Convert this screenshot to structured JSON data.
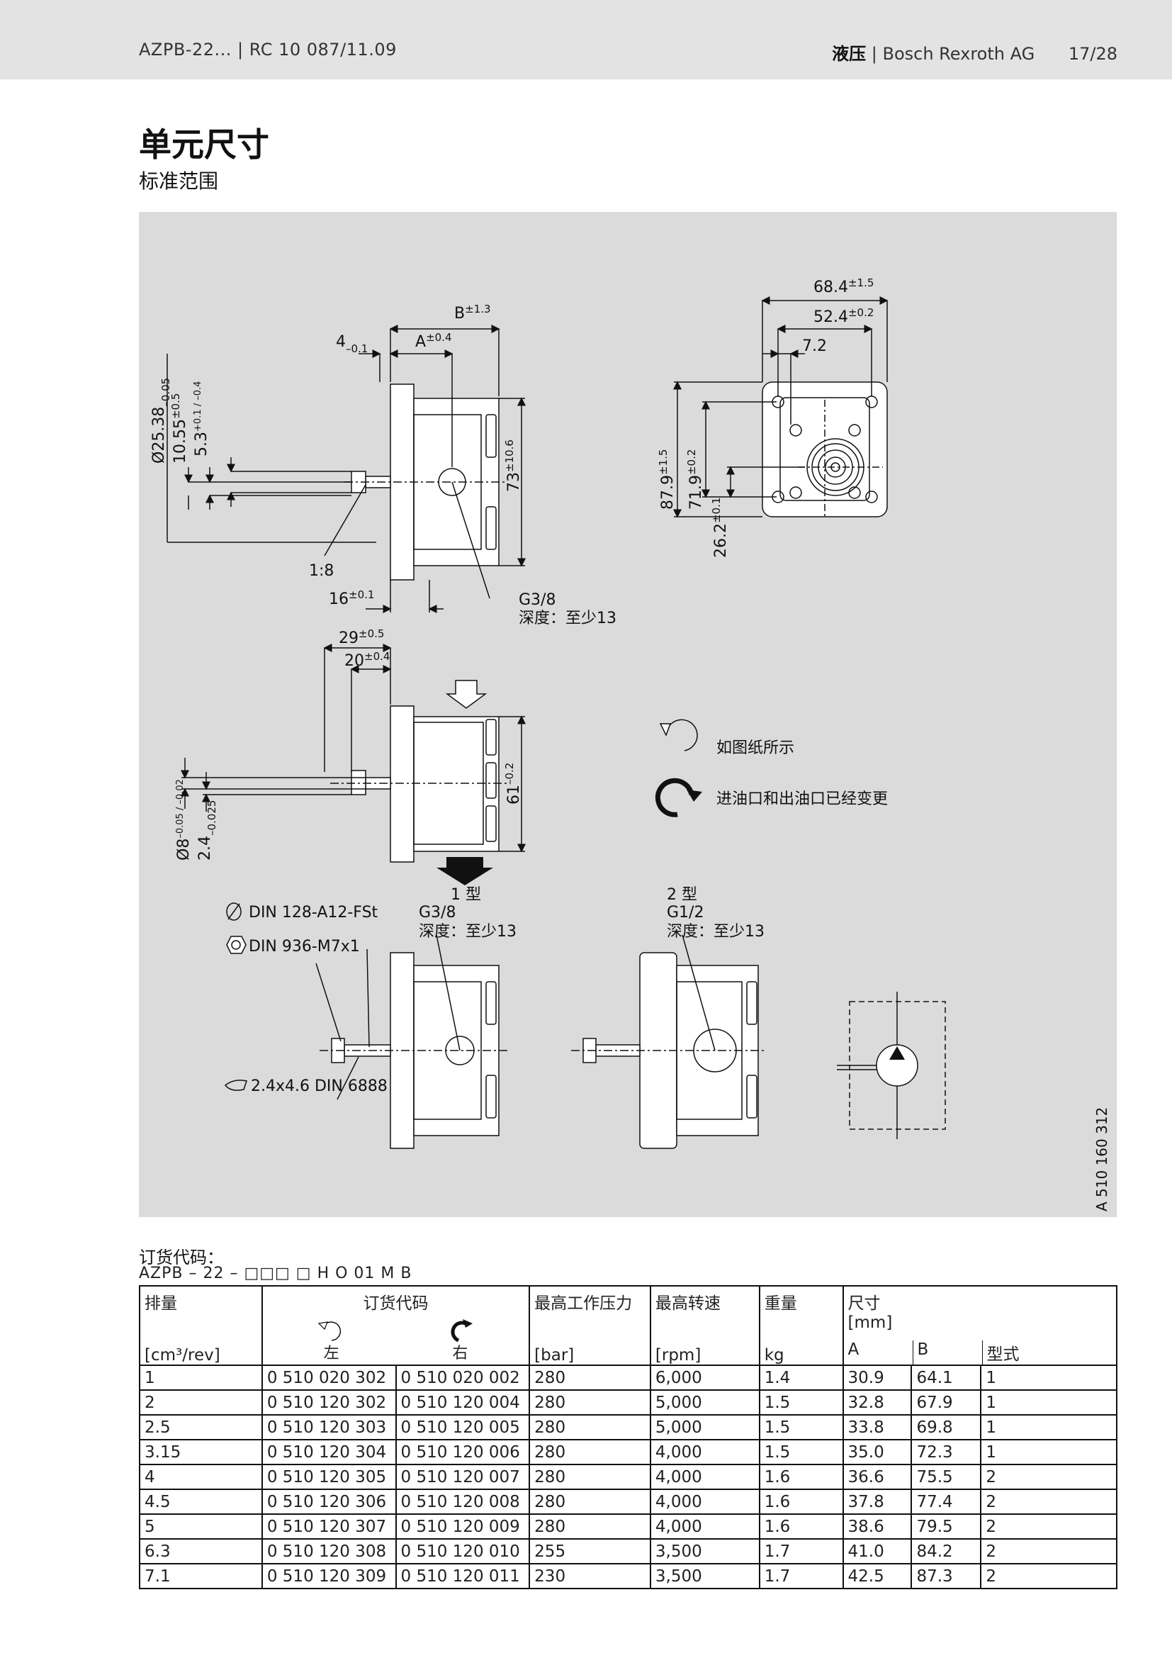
{
  "header": {
    "doc_ref": "AZPB-22... | RC 10 087/11.09",
    "category": "液压",
    "company": "| Bosch Rexroth AG",
    "page": "17/28"
  },
  "title": "单元尺寸",
  "subtitle": "标准范围",
  "drawing": {
    "side_view": {
      "dim_B": "B",
      "dim_B_tol": "±1.3",
      "dim_4": "4",
      "dim_4_tol": "–0.1",
      "dim_A": "A",
      "dim_A_tol": "±0.4",
      "dim_d25": "Ø25.38",
      "dim_d25_tol": "–0.05",
      "dim_10_55": "10.55",
      "dim_10_55_tol": "±0.5",
      "dim_5_3": "5.3",
      "dim_5_3_tol": "+0.1 / –0.4",
      "dim_73": "73",
      "dim_73_tol": "±10.6",
      "taper": "1:8",
      "dim_16": "16",
      "dim_16_tol": "±0.1",
      "port": "G3/8",
      "port_depth": "深度：至少13"
    },
    "front_view": {
      "dim_68_4": "68.4",
      "dim_68_4_tol": "±1.5",
      "dim_52_4": "52.4",
      "dim_52_4_tol": "±0.2",
      "dim_7_2": "7.2",
      "dim_87_9": "87.9",
      "dim_87_9_tol": "±1.5",
      "dim_71_9": "71.9",
      "dim_71_9_tol": "±0.2",
      "dim_26_2": "26.2",
      "dim_26_2_tol": "±0.1"
    },
    "top_view": {
      "dim_29": "29",
      "dim_29_tol": "±0.5",
      "dim_20": "20",
      "dim_20_tol": "±0.4",
      "dim_61": "61",
      "dim_61_tol": "–0.2",
      "dim_d8": "Ø8",
      "dim_d8_tol": "–0.05 / –0.02",
      "dim_2_4": "2.4",
      "dim_2_4_tol": "–0.025",
      "type1": "1 型"
    },
    "rotation": {
      "ccw_label": "如图纸所示",
      "cw_label": "进油口和出油口已经变更"
    },
    "parts": {
      "washer": "DIN 128-A12-FSt",
      "nut": "DIN 936-M7x1",
      "key": "2.4x4.6 DIN 6888"
    },
    "type1_port": "G3/8",
    "type1_depth": "深度：至少13",
    "type2_title": "2 型",
    "type2_port": "G1/2",
    "type2_depth": "深度：至少13",
    "drawing_id": "A 510 160 312"
  },
  "order": {
    "label": "订货代码：",
    "code": "AZPB – 22 – □□□  □ H O 01 M B"
  },
  "table": {
    "headers": {
      "displacement": "排量",
      "displacement_unit": "[cm³/rev]",
      "order_code": "订货代码",
      "left": "左",
      "right": "右",
      "pressure": "最高工作压力",
      "pressure_unit": "[bar]",
      "speed": "最高转速",
      "speed_unit": "[rpm]",
      "weight": "重量",
      "weight_unit": "kg",
      "dimensions": "尺寸",
      "dimensions_unit": "[mm]",
      "A": "A",
      "B": "B",
      "type": "型式"
    },
    "rows": [
      [
        "1",
        "0 510 020 302",
        "0 510 020 002",
        "280",
        "6,000",
        "1.4",
        "30.9",
        "64.1",
        "1"
      ],
      [
        "2",
        "0 510 120 302",
        "0 510 120 004",
        "280",
        "5,000",
        "1.5",
        "32.8",
        "67.9",
        "1"
      ],
      [
        "2.5",
        "0 510 120 303",
        "0 510 120 005",
        "280",
        "5,000",
        "1.5",
        "33.8",
        "69.8",
        "1"
      ],
      [
        "3.15",
        "0 510 120 304",
        "0 510 120 006",
        "280",
        "4,000",
        "1.5",
        "35.0",
        "72.3",
        "1"
      ],
      [
        "4",
        "0 510 120 305",
        "0 510 120 007",
        "280",
        "4,000",
        "1.6",
        "36.6",
        "75.5",
        "2"
      ],
      [
        "4.5",
        "0 510 120 306",
        "0 510 120 008",
        "280",
        "4,000",
        "1.6",
        "37.8",
        "77.4",
        "2"
      ],
      [
        "5",
        "0 510 120 307",
        "0 510 120 009",
        "280",
        "4,000",
        "1.6",
        "38.6",
        "79.5",
        "2"
      ],
      [
        "6.3",
        "0 510 120 308",
        "0 510 120 010",
        "255",
        "3,500",
        "1.7",
        "41.0",
        "84.2",
        "2"
      ],
      [
        "7.1",
        "0 510 120 309",
        "0 510 120 011",
        "230",
        "3,500",
        "1.7",
        "42.5",
        "87.3",
        "2"
      ]
    ]
  }
}
